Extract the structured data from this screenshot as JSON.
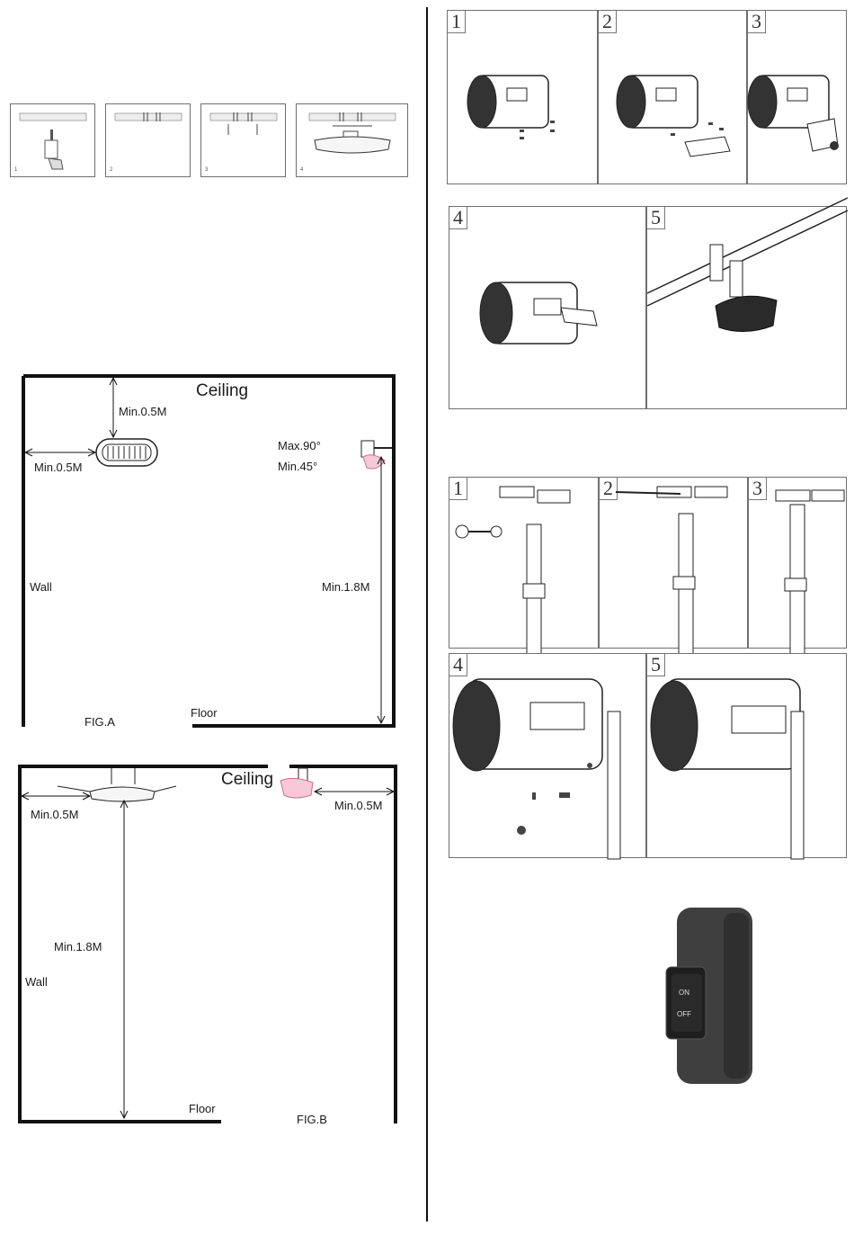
{
  "wall_install_steps": [
    "1",
    "2",
    "3",
    "4"
  ],
  "fig_a": {
    "ceiling": "Ceiling",
    "min_top": "Min.0.5M",
    "min_side": "Min.0.5M",
    "max_angle": "Max.90°",
    "min_angle": "Min.45°",
    "wall": "Wall",
    "min_height": "Min.1.8M",
    "caption": "FIG.A",
    "floor": "Floor"
  },
  "fig_b": {
    "ceiling": "Ceiling",
    "min_left": "Min.0.5M",
    "min_right": "Min.0.5M",
    "min_height": "Min.1.8M",
    "wall": "Wall",
    "floor": "Floor",
    "caption": "FIG.B"
  },
  "ceiling_bracket_steps": [
    "1",
    "2",
    "3",
    "4",
    "5"
  ],
  "stand_mount_steps": [
    "1",
    "2",
    "3",
    "4",
    "5"
  ],
  "switch": {
    "on": "ON",
    "off": "OFF"
  }
}
